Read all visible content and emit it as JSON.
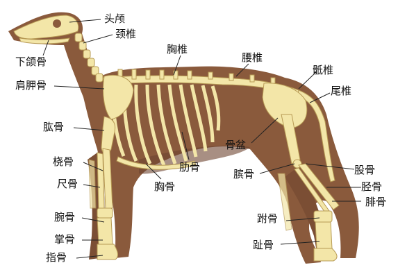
{
  "labels": {
    "skull": "头颅",
    "cervical": "颈椎",
    "mandible": "下颌骨",
    "thoracic": "胸椎",
    "lumbar": "腰椎",
    "sacrum": "骶椎",
    "tail": "尾椎",
    "scapula": "肩胛骨",
    "humerus": "肱骨",
    "radius": "桡骨",
    "ulna": "尺骨",
    "carpals": "腕骨",
    "metacarpals": "掌骨",
    "phalanges": "指骨",
    "ribs": "肋骨",
    "sternum": "胸骨",
    "pelvis": "骨盆",
    "patella": "膑骨",
    "femur": "股骨",
    "tibia": "胫骨",
    "fibula": "腓骨",
    "tarsals": "跗骨",
    "metatarsals_phalanges": "趾骨"
  },
  "colors": {
    "fur": "#8a5a3c",
    "fur_dark": "#6e4430",
    "bone": "#f3e6a8",
    "bone_edge": "#b79a55",
    "line": "#222222"
  }
}
